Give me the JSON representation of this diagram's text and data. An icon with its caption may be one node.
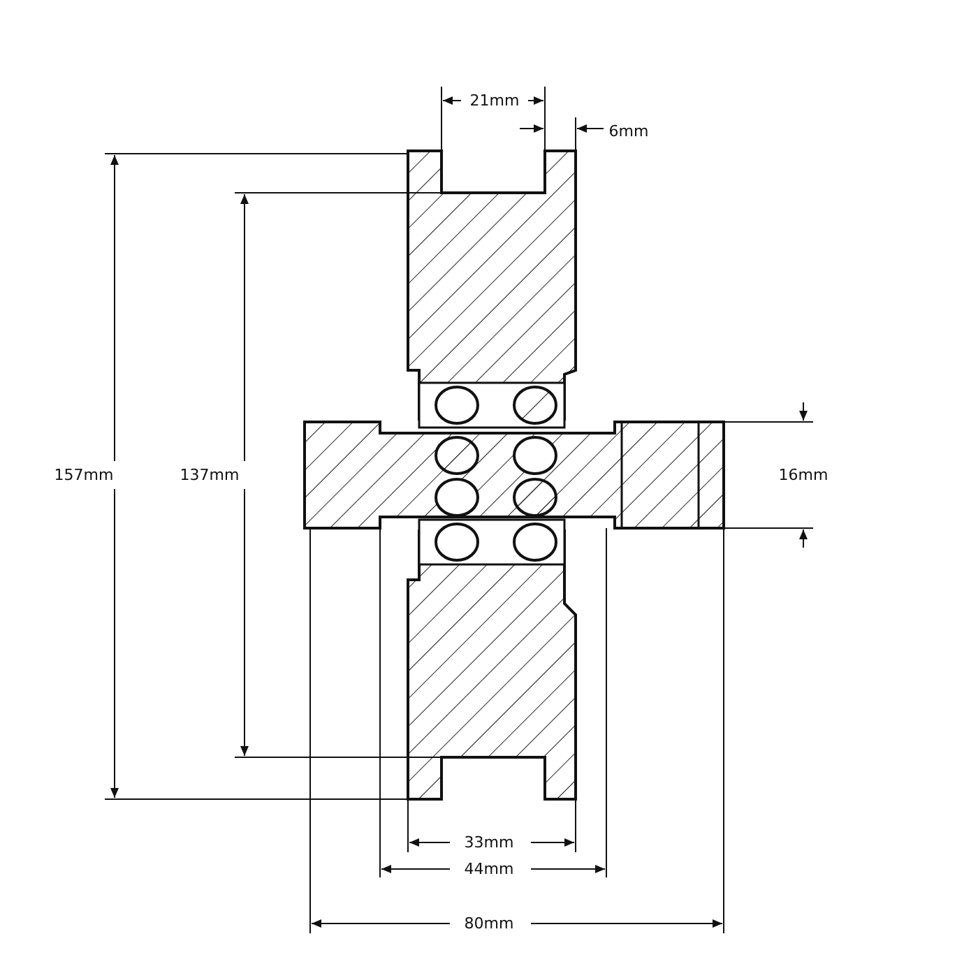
{
  "diagram": {
    "labels": [
      "21mm",
      "6mm",
      "157mm",
      "137mm",
      "16mm",
      "33mm",
      "44mm",
      "80mm"
    ]
  }
}
